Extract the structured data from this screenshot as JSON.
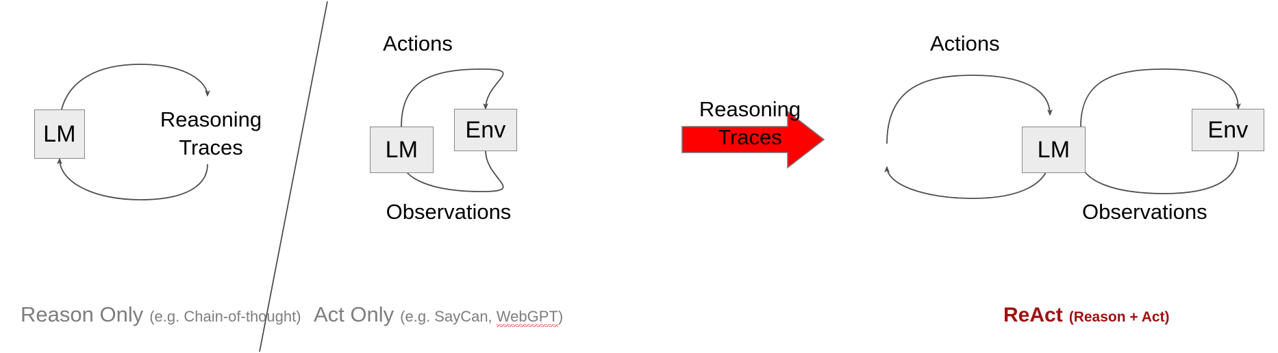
{
  "figure": {
    "background_color": "#ffffff",
    "box_fill": "#ececec",
    "box_stroke": "#868686",
    "edge_stroke": "#4d4d4d",
    "caption_color": "#7d7d7d",
    "react_color": "#A01010",
    "arrow_color": "#FF0000"
  },
  "panels": {
    "reason_only": {
      "node_lm": "LM",
      "loop_label_line1": "Reasoning",
      "loop_label_line2": "Traces",
      "caption_main": "Reason Only",
      "caption_sub": "(e.g. Chain-of-thought)"
    },
    "act_only": {
      "node_lm": "LM",
      "node_env": "Env",
      "label_top": "Actions",
      "label_bottom": "Observations",
      "caption_main": "Act Only",
      "caption_sub_pre": "(e.g. SayCan, ",
      "caption_sub_flagged": "WebGPT",
      "caption_sub_post": ")"
    },
    "react": {
      "node_lm": "LM",
      "node_env": "Env",
      "reason_label_line1": "Reasoning",
      "reason_label_line2": "Traces",
      "label_top": "Actions",
      "label_bottom": "Observations",
      "caption_main": "ReAct",
      "caption_sub": "(Reason + Act)"
    }
  },
  "transition": {
    "icon": "right-arrow-icon"
  }
}
